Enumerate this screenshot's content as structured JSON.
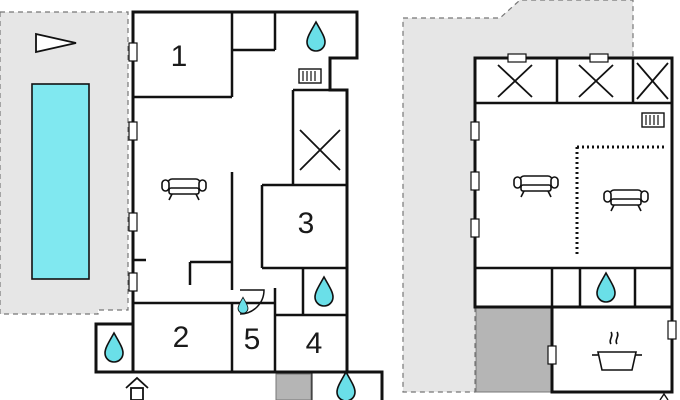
{
  "rooms": [
    {
      "id": "1",
      "label": "1"
    },
    {
      "id": "2",
      "label": "2"
    },
    {
      "id": "3",
      "label": "3"
    },
    {
      "id": "4",
      "label": "4"
    },
    {
      "id": "5",
      "label": "5"
    }
  ],
  "icons": {
    "sofa": "sofa-icon",
    "water": "water-drop-icon",
    "cross": "bed-cross-icon",
    "radiator": "radiator-icon",
    "cooking": "cooking-pot-icon",
    "entrance": "house-entrance-icon",
    "compass": "north-arrow-icon"
  },
  "colors": {
    "wall": "#111111",
    "terrace": "#e6e6e6",
    "pool": "#80e8f0",
    "water": "#6adfe8",
    "shed": "#b5b5b5"
  }
}
